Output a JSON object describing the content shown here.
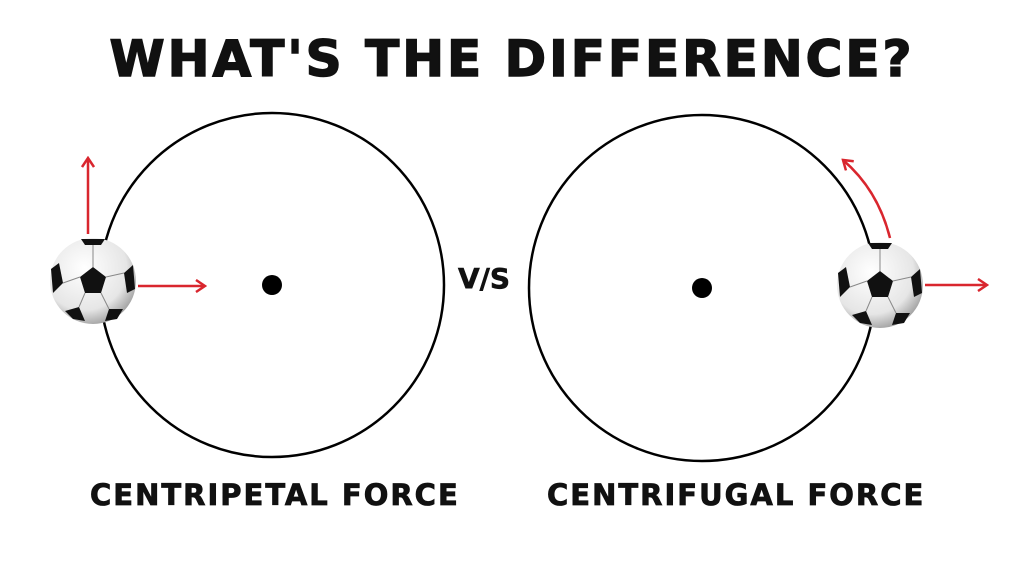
{
  "title": "WHAT'S THE DIFFERENCE?",
  "vs_text": "V/S",
  "left": {
    "label": "CENTRIPETAL FORCE"
  },
  "right": {
    "label": "CENTRIFUGAL FORCE"
  },
  "colors": {
    "arrow": "#d9262e",
    "circle": "#000000",
    "text": "#111111"
  },
  "icons": [
    "soccer-ball-icon",
    "arrow-icon"
  ]
}
